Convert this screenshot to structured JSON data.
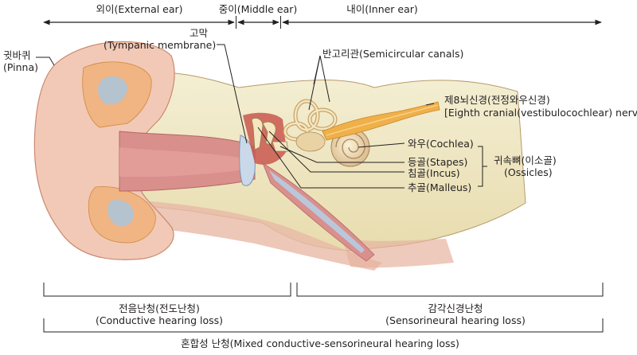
{
  "sections": {
    "outer_ear": "외이(External ear)",
    "middle_ear": "중이(Middle ear)",
    "inner_ear": "내이(Inner ear)"
  },
  "parts": {
    "pinna_ko": "귓바퀴",
    "pinna_en": "(Pinna)",
    "tympanic_ko": "고막",
    "tympanic_en": "(Tympanic membrane)",
    "semicircular": "반고리관(Semicircular canals)",
    "nerve_line1": "제8뇌신경(전정와우신경)",
    "nerve_line2": "[Eighth cranial(vestibulocochlear) nerve]",
    "cochlea": "와우(Cochlea)",
    "stapes": "등골(Stapes)",
    "incus": "침골(Incus)",
    "malleus": "추골(Malleus)",
    "ossicles_ko": "귀속뼈(이소골)",
    "ossicles_en": "(Ossicles)"
  },
  "hearing_loss": {
    "conductive_ko": "전음난청(전도난청)",
    "conductive_en": "(Conductive hearing loss)",
    "sensorineural_ko": "감각신경난청",
    "sensorineural_en": "(Sensorineural hearing loss)",
    "mixed": "혼합성 난청(Mixed conductive-sensorineural hearing loss)"
  },
  "colors": {
    "skin": "#f2c9b7",
    "canal": "#d98f8c",
    "bone": "#efe7c4",
    "cartilage": "#f1b27e",
    "text": "#231f20"
  }
}
